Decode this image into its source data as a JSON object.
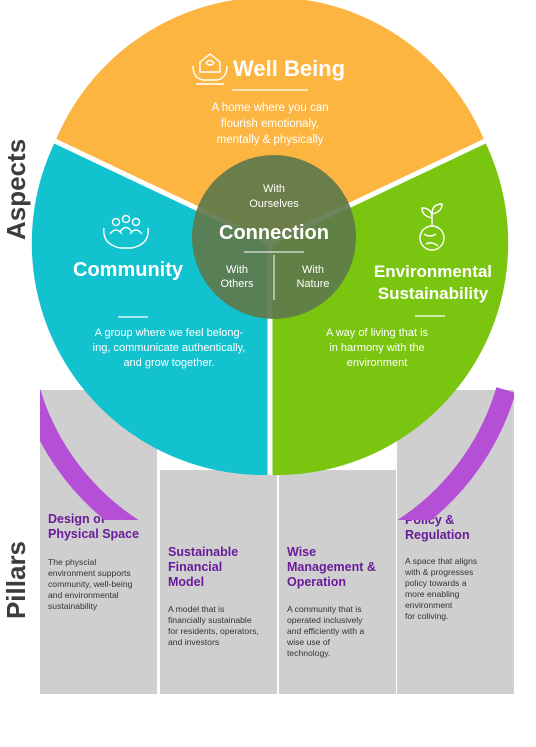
{
  "side_labels": {
    "aspects": "Aspects",
    "pillars": "Pillars"
  },
  "wellbeing": {
    "title": "Well Being",
    "desc": [
      "A home where you can",
      "flourish emotionaly,",
      "mentally & physically"
    ],
    "color": "#fbb540",
    "icon": "hands-holding-home-icon"
  },
  "community": {
    "title": "Community",
    "desc": [
      "A group where we feel belong-",
      "ing, communicate authentically,",
      "and grow together."
    ],
    "color": "#13c2cf",
    "icon": "hands-holding-people-icon"
  },
  "environment": {
    "title": [
      "Environmental",
      "Sustainability"
    ],
    "desc": [
      "A way of living that is",
      "in harmony with the",
      "environment"
    ],
    "color": "#7ac50f",
    "icon": "globe-with-plant-icon"
  },
  "center": {
    "title": "Connection",
    "ourselves": [
      "With",
      "Ourselves"
    ],
    "others": [
      "With",
      "Others"
    ],
    "nature": [
      "With",
      "Nature"
    ],
    "color": "#5e7a4b"
  },
  "pillars": [
    {
      "title": [
        "Design of",
        "Physical Space"
      ],
      "desc": [
        "The physcial",
        "environment supports",
        "community, well-being",
        "and environmental",
        "sustainability"
      ]
    },
    {
      "title": [
        "Sustainable",
        "Financial",
        "Model"
      ],
      "desc": [
        "A model that is",
        "financially sustainable",
        "for residents, operators,",
        "and investors"
      ]
    },
    {
      "title": [
        "Wise",
        "Management &",
        "Operation"
      ],
      "desc": [
        "A community that is",
        "operated inclusively",
        "and efficiently with a",
        "wise use of",
        "technology."
      ]
    },
    {
      "title": [
        "Policy &",
        "Regulation"
      ],
      "desc": [
        "A space that aligns",
        "with & progresses",
        "policy towards a",
        "more enabling",
        "environment",
        "for coliving."
      ]
    }
  ],
  "colors": {
    "arc_purple": "#b44fd6",
    "arc_light": "#e59cf5",
    "pillar_bg": "#cfcfcf",
    "title_purple": "#6a1b9a"
  }
}
